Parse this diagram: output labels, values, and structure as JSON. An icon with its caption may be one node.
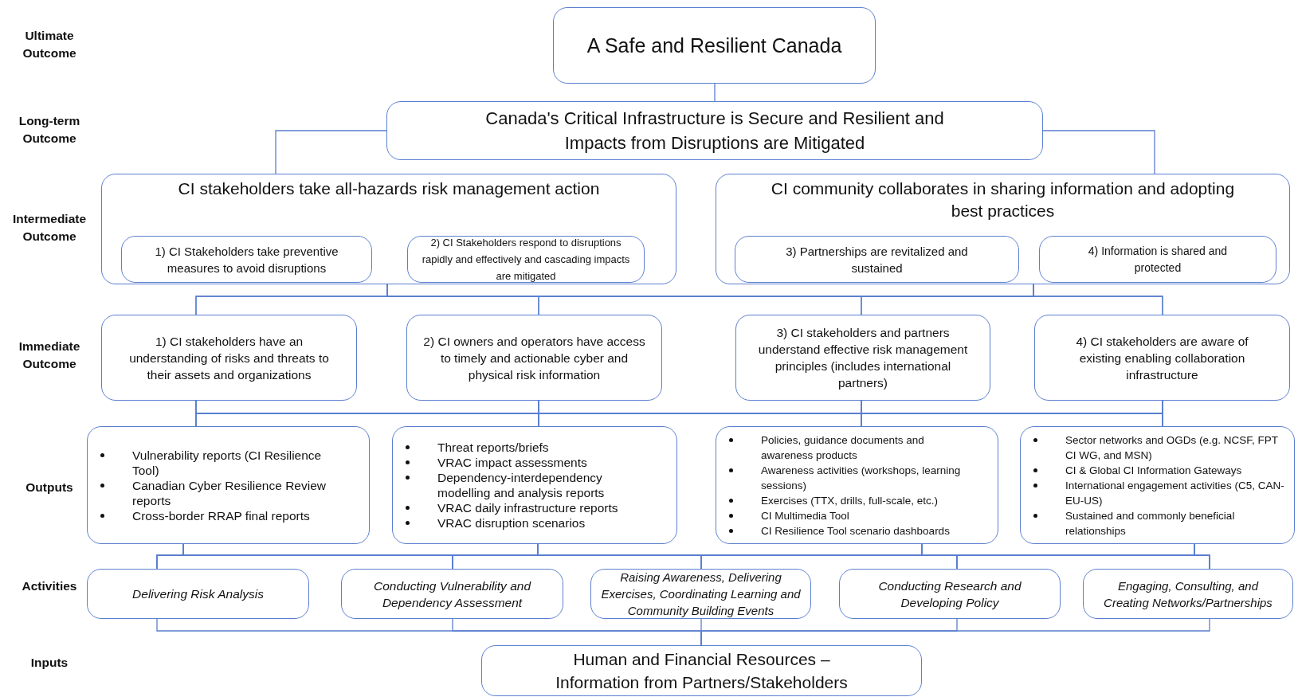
{
  "diagram": {
    "nodes": [
      {
        "text": [
          "A Safe and Resilient Canada"
        ]
      },
      {
        "text": [
          "Canada's Critical Infrastructure is Secure and Resilient and Impacts from Disruptions are Mitigated"
        ]
      },
      {
        "text": [
          "CI stakeholders take all-hazards risk management action"
        ]
      },
      {
        "text": [
          "1) CI Stakeholders take preventive measures to avoid disruptions"
        ],
        "in": 2
      },
      {
        "text": [
          "2) CI Stakeholders respond to disruptions rapidly and effectively and cascading impacts are mitigated"
        ],
        "in": 2
      },
      {
        "text": [
          "CI community collaborates in sharing information and adopting best practices"
        ]
      },
      {
        "text": [
          "3) Partnerships are revitalized and sustained"
        ],
        "in": 5
      },
      {
        "text": [
          "4) Information is shared and protected"
        ],
        "in": 5
      },
      {
        "text": [
          "1) CI stakeholders have an understanding of risks and threats to their assets and organizations"
        ]
      },
      {
        "text": [
          "2) CI owners and operators have access to timely and actionable cyber and physical risk information"
        ]
      },
      {
        "text": [
          "3) CI stakeholders and partners understand effective risk management principles (includes international partners)"
        ]
      },
      {
        "text": [
          "4) CI stakeholders are aware of existing enabling collaboration infrastructure"
        ]
      },
      {
        "text": [
          "Vulnerability reports (CI Resilience Tool)",
          "Canadian Cyber Resilience Review reports",
          "Cross-border RRAP final reports"
        ]
      },
      {
        "text": [
          "Threat reports/briefs",
          "VRAC impact assessments",
          "Dependency-interdependency modelling and analysis reports",
          "VRAC daily infrastructure reports",
          "VRAC disruption scenarios"
        ]
      },
      {
        "text": [
          "Policies, guidance documents and awareness products",
          "Awareness activities (workshops, learning sessions)",
          "Exercises (TTX, drills, full-scale, etc.)",
          "CI Multimedia Tool",
          "CI Resilience Tool scenario dashboards"
        ]
      },
      {
        "text": [
          "Sector networks and OGDs (e.g. NCSF, FPT CI WG, and MSN)",
          "CI & Global CI Information Gateways",
          "International engagement activities (C5, CAN-EU-US)",
          "Sustained and commonly beneficial relationships"
        ]
      },
      {
        "text": [
          "Delivering Risk Analysis"
        ]
      },
      {
        "text": [
          "Conducting Vulnerability and Dependency Assessment"
        ]
      },
      {
        "text": [
          "Raising Awareness, Delivering Exercises, Coordinating Learning and Community Building Events"
        ]
      },
      {
        "text": [
          "Conducting Research and Developing Policy"
        ]
      },
      {
        "text": [
          "Engaging, Consulting, and Creating Networks/Partnerships"
        ]
      },
      {
        "text": [
          "Human and Financial Resources – Information from Partners/Stakeholders"
        ]
      }
    ],
    "edges": [
      {
        "from": 1,
        "to": 0,
        "arrow": "none"
      },
      {
        "from": 2,
        "to": 1,
        "arrow": "none"
      },
      {
        "from": 5,
        "to": 1,
        "arrow": "none"
      },
      {
        "from": 8,
        "to": 2,
        "arrow": "none"
      },
      {
        "from": 8,
        "to": 5,
        "arrow": "none"
      },
      {
        "from": 9,
        "to": 2,
        "arrow": "none"
      },
      {
        "from": 9,
        "to": 5,
        "arrow": "none"
      },
      {
        "from": 10,
        "to": 2,
        "arrow": "none"
      },
      {
        "from": 10,
        "to": 5,
        "arrow": "none"
      },
      {
        "from": 11,
        "to": 2,
        "arrow": "none"
      },
      {
        "from": 11,
        "to": 5,
        "arrow": "none"
      },
      {
        "from": 12,
        "to": 8,
        "arrow": "none"
      },
      {
        "from": 12,
        "to": 9,
        "arrow": "none"
      },
      {
        "from": 12,
        "to": 10,
        "arrow": "none"
      },
      {
        "from": 12,
        "to": 11,
        "arrow": "none"
      },
      {
        "from": 13,
        "to": 8,
        "arrow": "none"
      },
      {
        "from": 13,
        "to": 9,
        "arrow": "none"
      },
      {
        "from": 13,
        "to": 10,
        "arrow": "none"
      },
      {
        "from": 13,
        "to": 11,
        "arrow": "none"
      },
      {
        "from": 14,
        "to": 8,
        "arrow": "none"
      },
      {
        "from": 14,
        "to": 9,
        "arrow": "none"
      },
      {
        "from": 14,
        "to": 10,
        "arrow": "none"
      },
      {
        "from": 14,
        "to": 11,
        "arrow": "none"
      },
      {
        "from": 15,
        "to": 8,
        "arrow": "none"
      },
      {
        "from": 15,
        "to": 9,
        "arrow": "none"
      },
      {
        "from": 15,
        "to": 10,
        "arrow": "none"
      },
      {
        "from": 15,
        "to": 11,
        "arrow": "none"
      },
      {
        "from": 16,
        "to": 12,
        "arrow": "none"
      },
      {
        "from": 16,
        "to": 13,
        "arrow": "none"
      },
      {
        "from": 16,
        "to": 14,
        "arrow": "none"
      },
      {
        "from": 16,
        "to": 15,
        "arrow": "none"
      },
      {
        "from": 17,
        "to": 12,
        "arrow": "none"
      },
      {
        "from": 17,
        "to": 13,
        "arrow": "none"
      },
      {
        "from": 17,
        "to": 14,
        "arrow": "none"
      },
      {
        "from": 17,
        "to": 15,
        "arrow": "none"
      },
      {
        "from": 18,
        "to": 12,
        "arrow": "none"
      },
      {
        "from": 18,
        "to": 13,
        "arrow": "none"
      },
      {
        "from": 18,
        "to": 14,
        "arrow": "none"
      },
      {
        "from": 18,
        "to": 15,
        "arrow": "none"
      },
      {
        "from": 19,
        "to": 12,
        "arrow": "none"
      },
      {
        "from": 19,
        "to": 13,
        "arrow": "none"
      },
      {
        "from": 19,
        "to": 14,
        "arrow": "none"
      },
      {
        "from": 19,
        "to": 15,
        "arrow": "none"
      },
      {
        "from": 20,
        "to": 12,
        "arrow": "none"
      },
      {
        "from": 20,
        "to": 13,
        "arrow": "none"
      },
      {
        "from": 20,
        "to": 14,
        "arrow": "none"
      },
      {
        "from": 20,
        "to": 15,
        "arrow": "none"
      },
      {
        "from": 21,
        "to": 16,
        "arrow": "none"
      },
      {
        "from": 21,
        "to": 17,
        "arrow": "none"
      },
      {
        "from": 21,
        "to": 18,
        "arrow": "none"
      },
      {
        "from": 21,
        "to": 19,
        "arrow": "none"
      },
      {
        "from": 21,
        "to": 20,
        "arrow": "none"
      }
    ],
    "labels": [
      "Ultimate Outcome",
      "Long-term Outcome",
      "Intermediate Outcome",
      "Immediate Outcome",
      "Outputs",
      "Activities",
      "Inputs"
    ]
  }
}
